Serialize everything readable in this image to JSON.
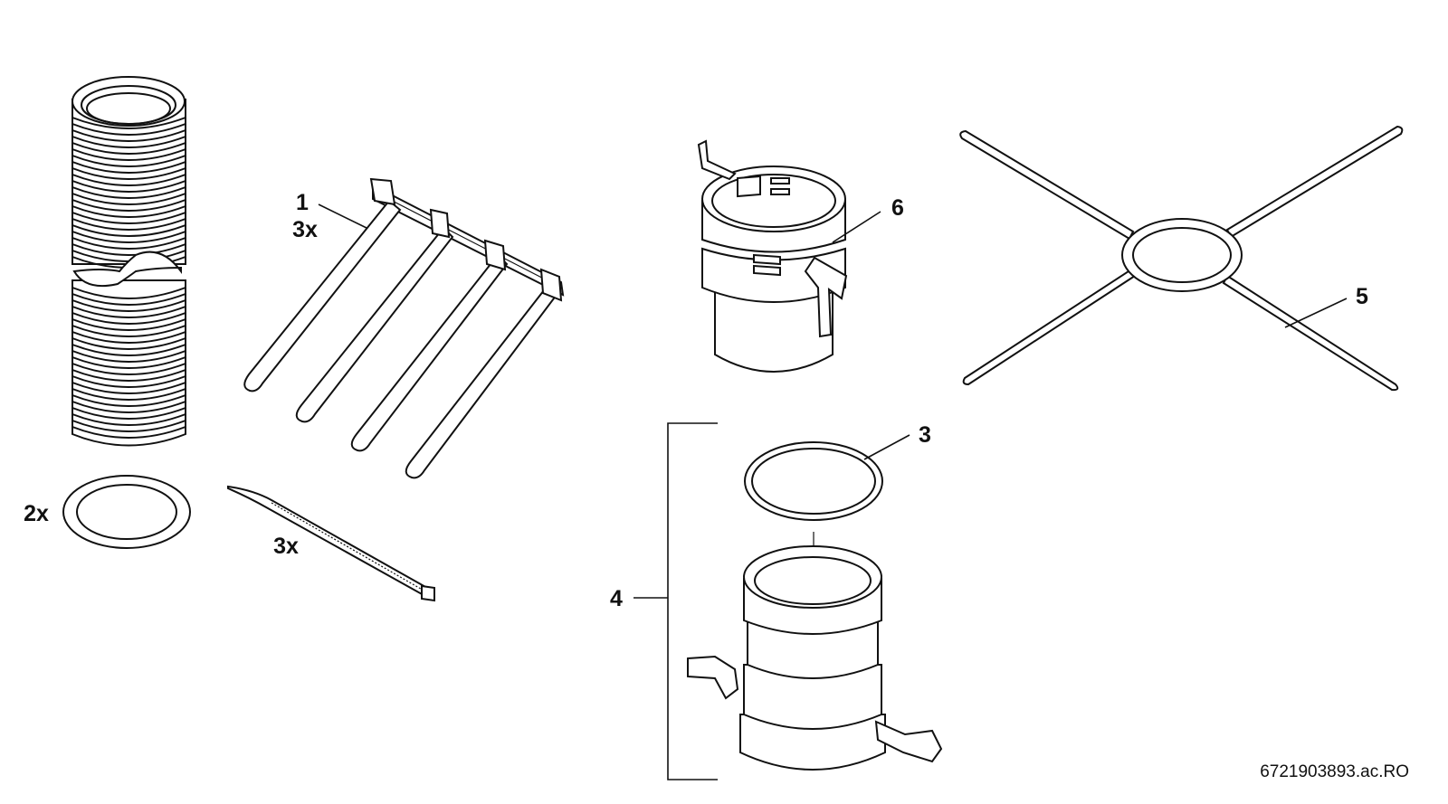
{
  "diagram": {
    "labels": {
      "item_1": "1",
      "item_1_qty": "3x",
      "item_2_qty": "2x",
      "tie_qty": "3x",
      "item_3": "3",
      "item_4": "4",
      "item_5": "5",
      "item_6": "6"
    },
    "reference_code": "6721903893.ac.RO"
  }
}
